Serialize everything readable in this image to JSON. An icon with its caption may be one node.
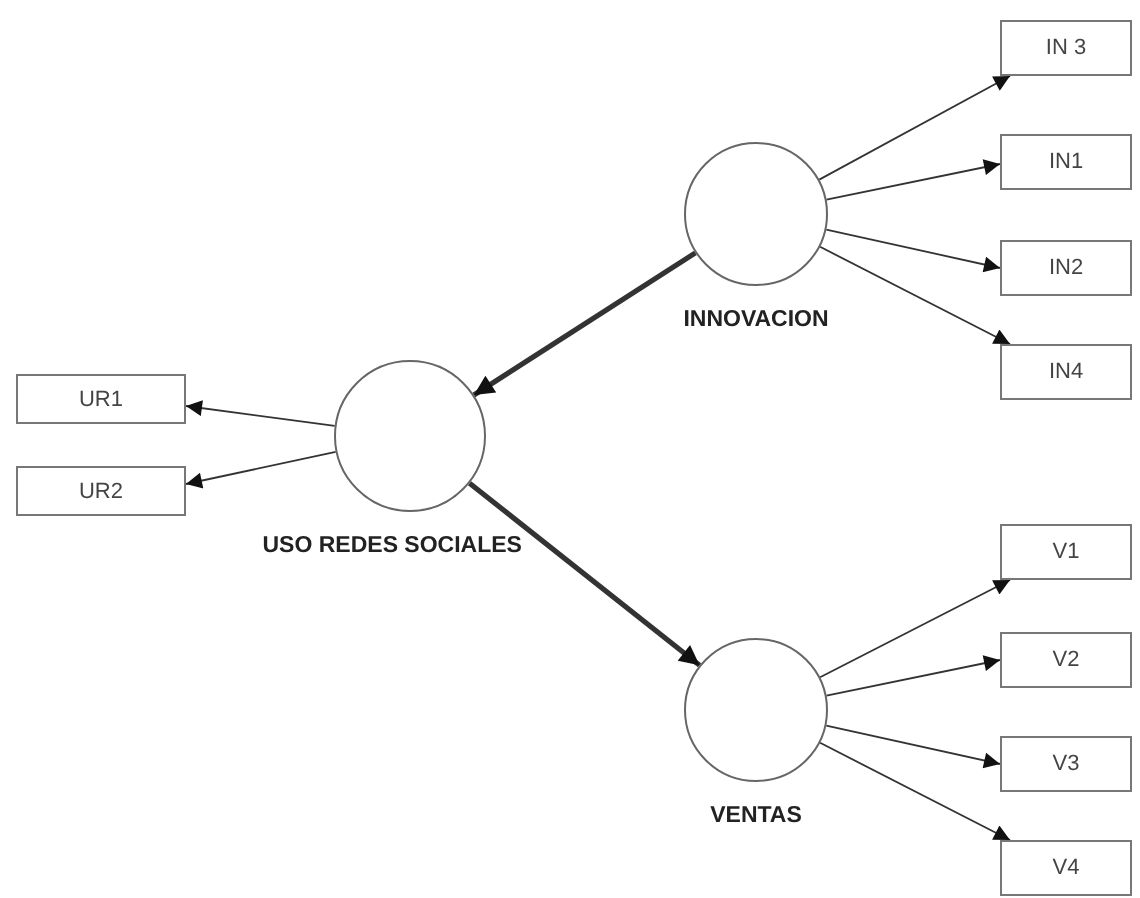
{
  "diagram": {
    "nodes": [
      {
        "text": [
          "INNOVACION"
        ]
      },
      {
        "text": [
          "IN 3"
        ]
      },
      {
        "text": [
          "IN1"
        ]
      },
      {
        "text": [
          "IN2"
        ]
      },
      {
        "text": [
          "IN4"
        ]
      },
      {
        "text": [
          "USO REDES SOCIALES"
        ]
      },
      {
        "text": [
          "UR1"
        ]
      },
      {
        "text": [
          "UR2"
        ]
      },
      {
        "text": [
          "VENTAS"
        ]
      },
      {
        "text": [
          "V1"
        ]
      },
      {
        "text": [
          "V2"
        ]
      },
      {
        "text": [
          "V3"
        ]
      },
      {
        "text": [
          "V4"
        ]
      }
    ],
    "edges": [
      {
        "from": 0,
        "to": 1,
        "arrow": "to"
      },
      {
        "from": 0,
        "to": 2,
        "arrow": "to"
      },
      {
        "from": 0,
        "to": 3,
        "arrow": "to"
      },
      {
        "from": 0,
        "to": 4,
        "arrow": "to"
      },
      {
        "from": 0,
        "to": 5,
        "arrow": "to",
        "style": "thick"
      },
      {
        "from": 5,
        "to": 6,
        "arrow": "to"
      },
      {
        "from": 5,
        "to": 7,
        "arrow": "to"
      },
      {
        "from": 5,
        "to": 8,
        "arrow": "to",
        "style": "thick"
      },
      {
        "from": 8,
        "to": 9,
        "arrow": "to"
      },
      {
        "from": 8,
        "to": 10,
        "arrow": "to"
      },
      {
        "from": 8,
        "to": 11,
        "arrow": "to"
      },
      {
        "from": 8,
        "to": 12,
        "arrow": "to"
      }
    ]
  }
}
